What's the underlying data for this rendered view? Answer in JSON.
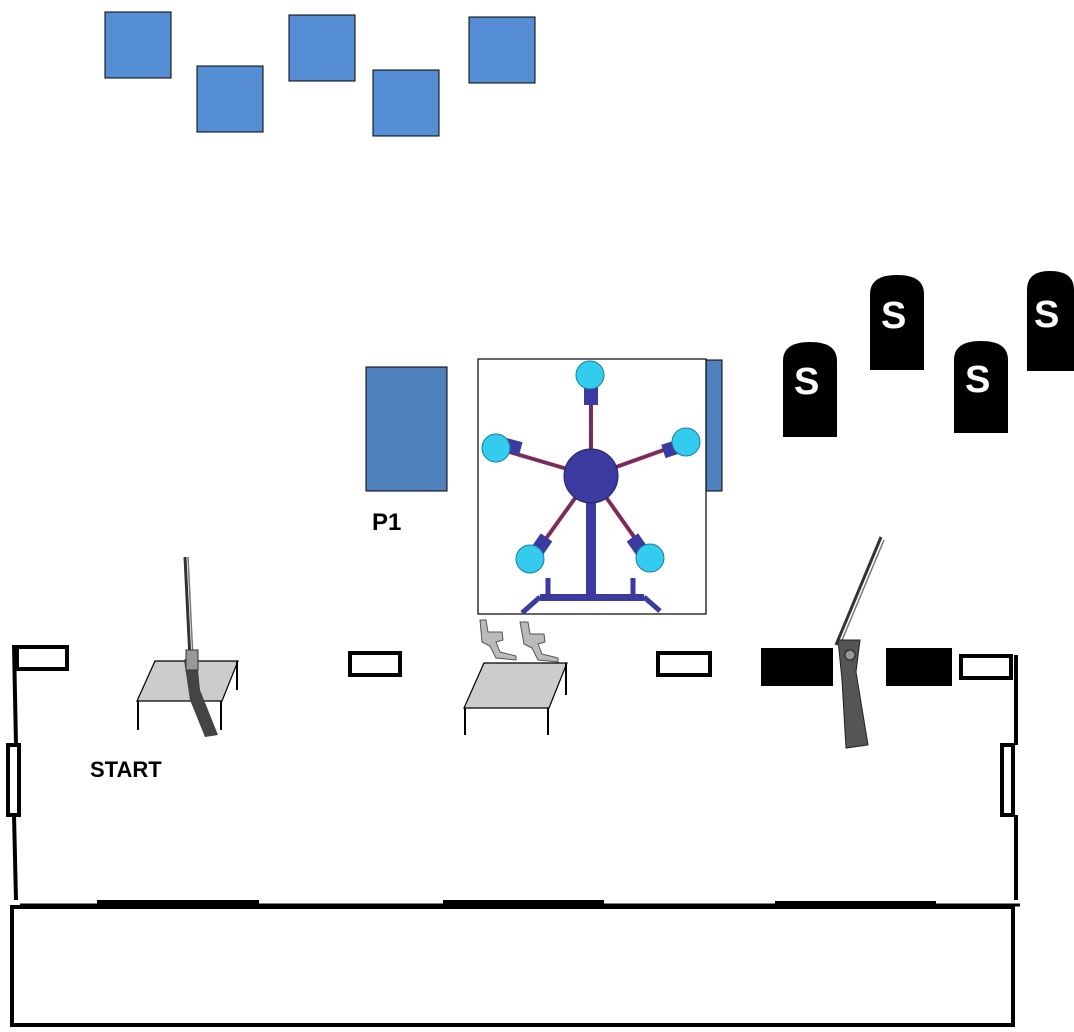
{
  "labels": {
    "start": "START",
    "position": "P1",
    "steel_letter": "S"
  },
  "colors": {
    "paper_target": "#558ed5",
    "paper_target_p1": "#4f81bd",
    "steel": "#000000",
    "spinner_hub": "#3a3aa0",
    "spinner_plate": "#33ccee",
    "spinner_arm": "#b22222",
    "table_top": "#cccccc",
    "line": "#000000"
  },
  "icons": {
    "rifle": "rifle-icon",
    "shotgun": "shotgun-icon",
    "pistols": "pistol-icon",
    "spinner": "spinner-target-icon"
  },
  "counts": {
    "paper_targets": 5,
    "steel_targets": 4,
    "spinner_plates": 5
  }
}
